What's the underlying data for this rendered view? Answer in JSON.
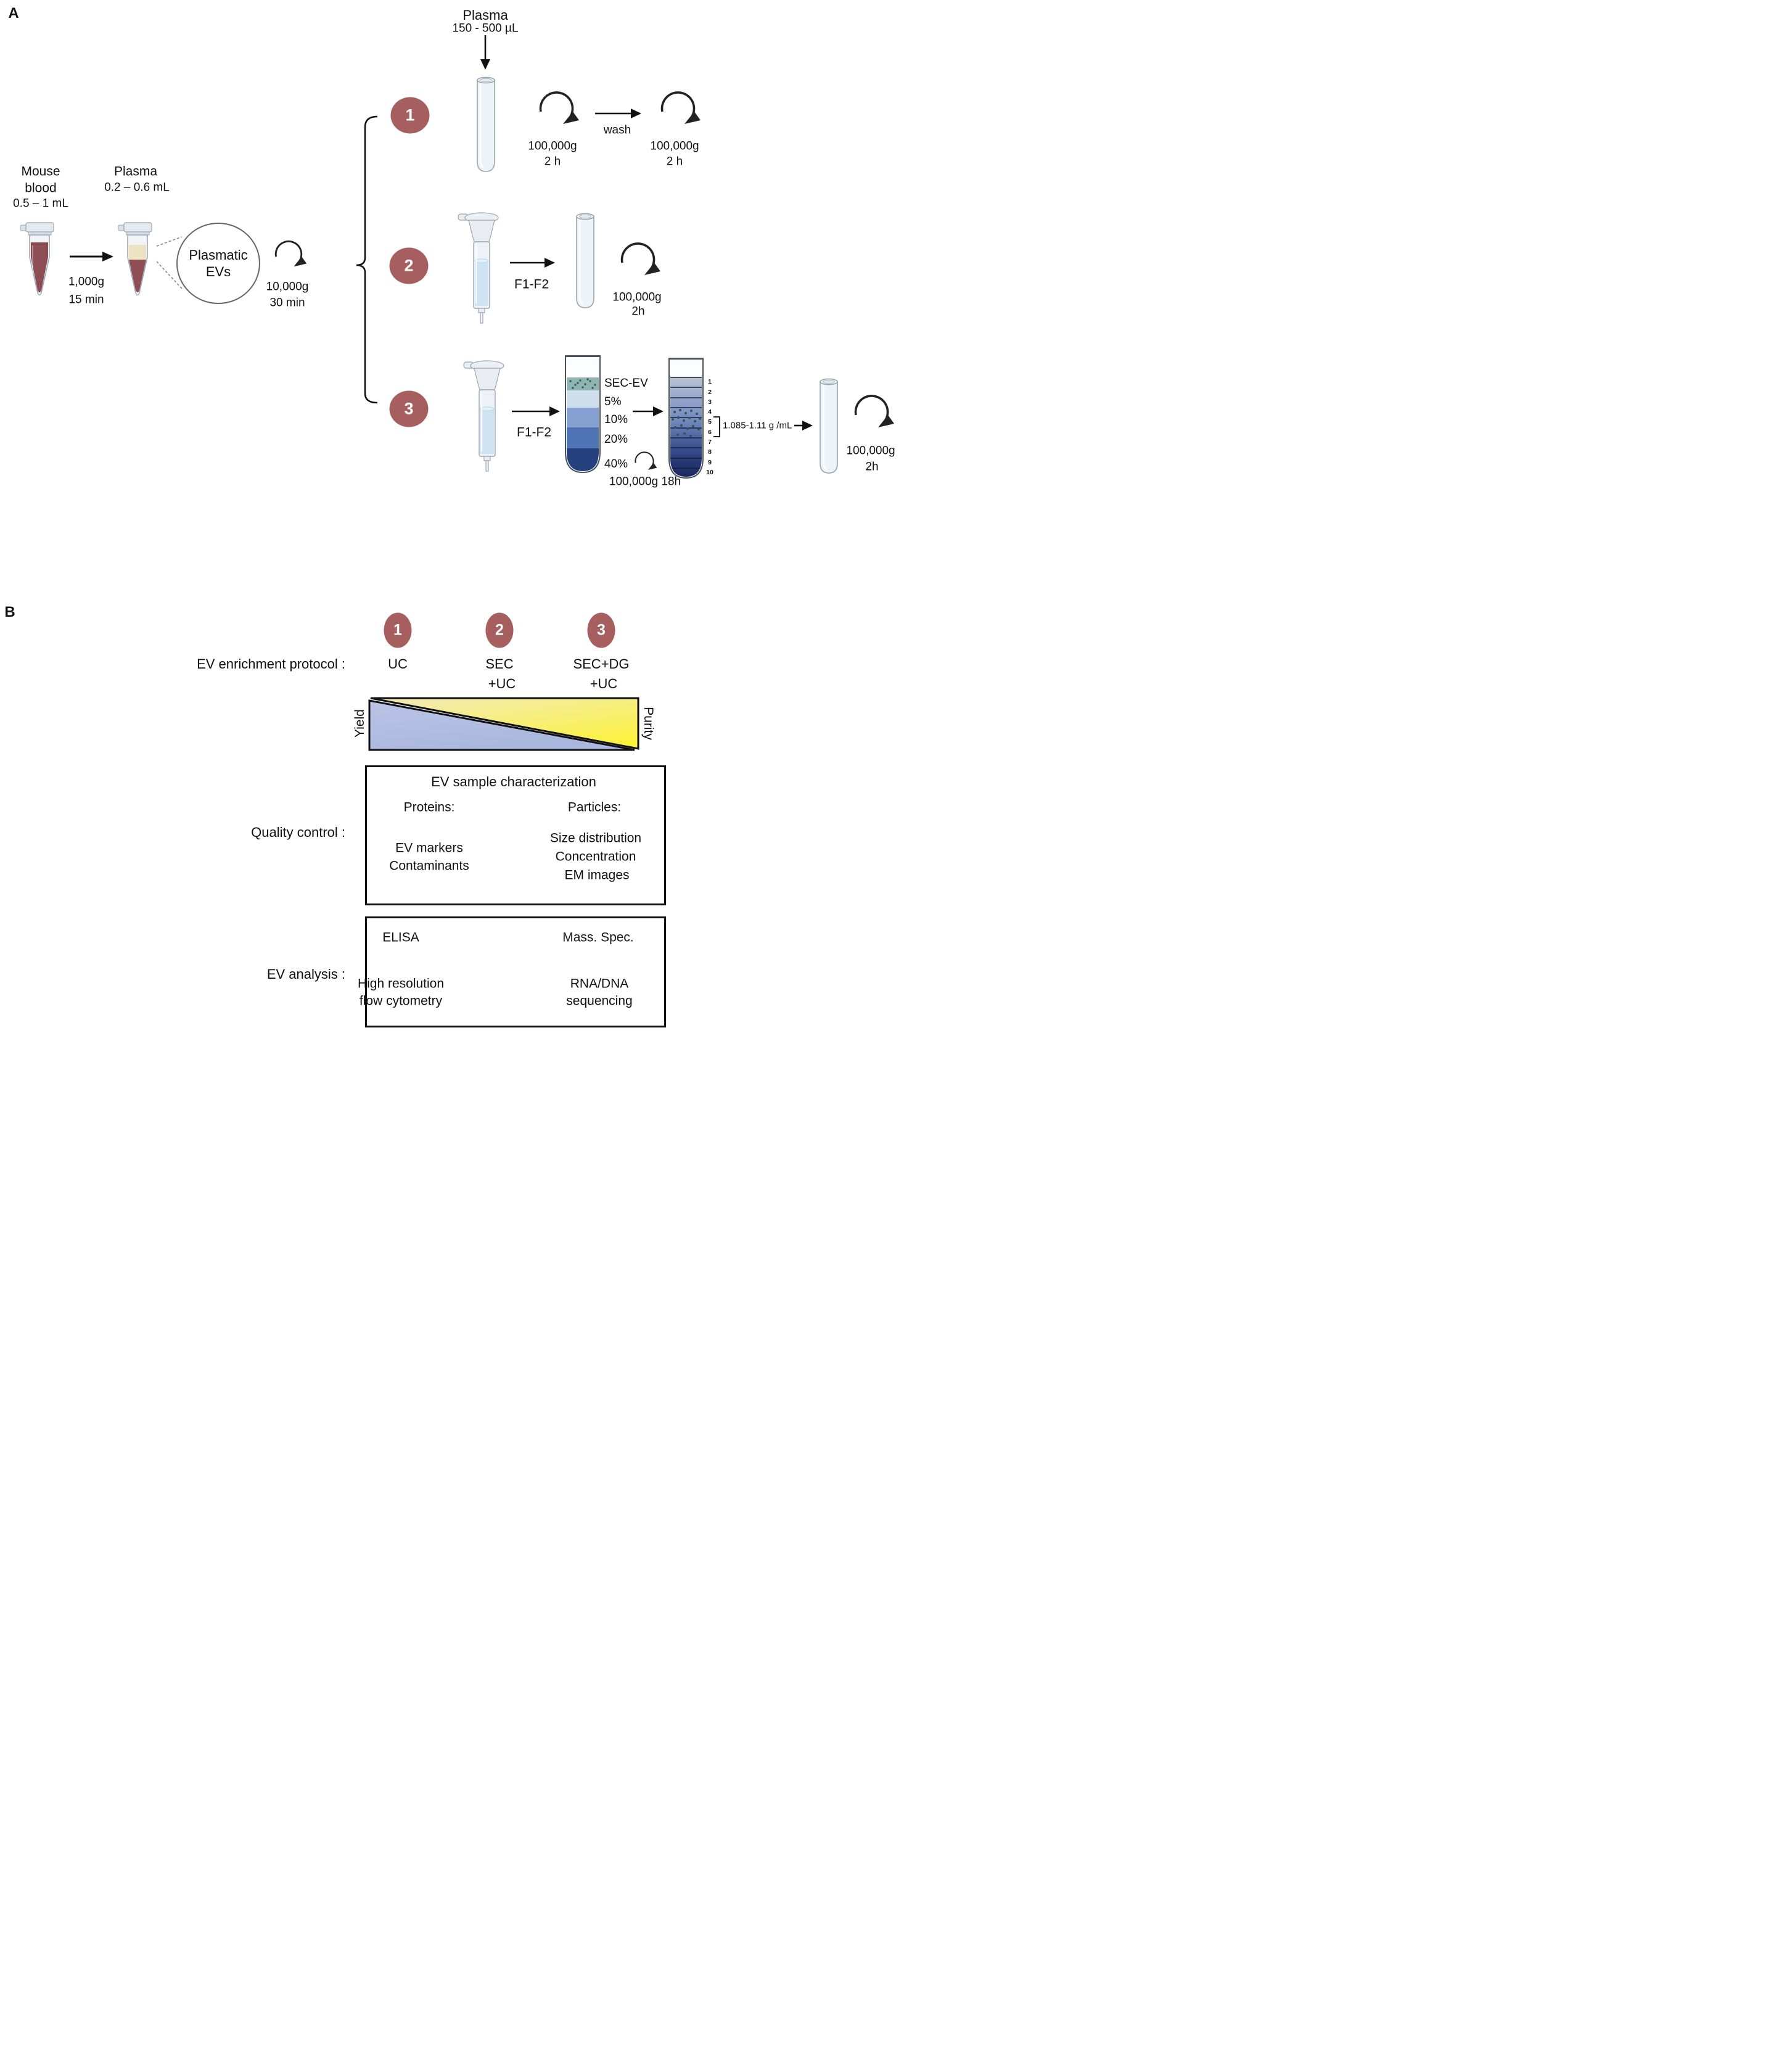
{
  "panelA": {
    "label": "A",
    "source": {
      "line1": "Mouse",
      "line2": "blood",
      "volume": "0.5 – 1 mL"
    },
    "plasma_tube": {
      "title": "Plasma",
      "volume": "0.2 – 0.6 mL"
    },
    "spin1": {
      "speed": "1,000g",
      "time": "15 min"
    },
    "plasmatic_evs": {
      "line1": "Plasmatic",
      "line2": "EVs"
    },
    "spin2": {
      "speed": "10,000g",
      "time": "30 min"
    },
    "branch1": {
      "number": "1",
      "input": {
        "title": "Plasma",
        "volume": "150 - 500 µL"
      },
      "spin_a": {
        "speed": "100,000g",
        "time": "2 h"
      },
      "wash_label": "wash",
      "spin_b": {
        "speed": "100,000g",
        "time": "2 h"
      }
    },
    "branch2": {
      "number": "2",
      "fraction_label": "F1-F2",
      "spin": {
        "speed": "100,000g",
        "time": "2h"
      }
    },
    "branch3": {
      "number": "3",
      "fraction_label": "F1-F2",
      "gradient_labels": [
        "SEC-EV",
        "5%",
        "10%",
        "20%",
        "40%"
      ],
      "spin_gradient": "100,000g 18h",
      "fractions": [
        "1",
        "2",
        "3",
        "4",
        "5",
        "6",
        "7",
        "8",
        "9",
        "10"
      ],
      "density_label": "1.085-1.11 g /mL",
      "spin_final": {
        "speed": "100,000g",
        "time": "2h"
      }
    }
  },
  "panelB": {
    "label": "B",
    "row_label": "EV enrichment protocol :",
    "protocols": [
      {
        "number": "1",
        "name": "UC",
        "name2": ""
      },
      {
        "number": "2",
        "name": "SEC",
        "name2": "+UC"
      },
      {
        "number": "3",
        "name": "SEC+DG",
        "name2": "+UC"
      }
    ],
    "tradeoff": {
      "left": "Yield",
      "right": "Purity"
    },
    "quality_control": {
      "row_label": "Quality control :",
      "title": "EV sample characterization",
      "proteins_header": "Proteins:",
      "proteins_item1": "EV markers",
      "proteins_item2": "Contaminants",
      "particles_header": "Particles:",
      "particles_item1": "Size distribution",
      "particles_item2": "Concentration",
      "particles_item3": "EM images"
    },
    "analysis": {
      "row_label": "EV analysis :",
      "elisa": "ELISA",
      "mass_spec": "Mass. Spec.",
      "flow_line1": "High resolution",
      "flow_line2": "flow cytometry",
      "seq_line1": "RNA/DNA",
      "seq_line2": "sequencing"
    }
  },
  "theme": {
    "maroon": "#a65e5f",
    "blood": "#8e4e55",
    "plasma_cream": "#ece3c3",
    "liquid_blue": "#cfe3f3",
    "band_secev": "#8fb4b1",
    "band_5": "#cfdeed",
    "band_10": "#85a0d0",
    "band_20": "#4f74b5",
    "band_40": "#27417f",
    "dot_teal": "#2d5a50",
    "tri_yellow_light": "#f2e9bb",
    "tri_yellow": "#fbf23e",
    "tri_blue": "#b0bce0"
  }
}
